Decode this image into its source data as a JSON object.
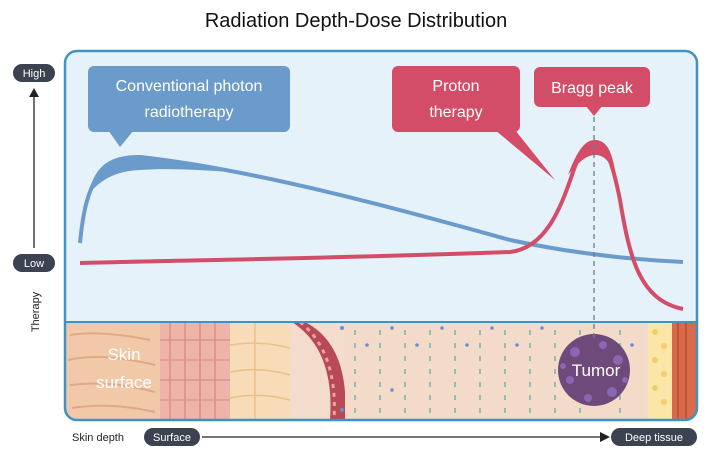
{
  "title": "Radiation Depth-Dose Distribution",
  "y_axis": {
    "high": "High",
    "low": "Low",
    "label": "Therapy"
  },
  "x_axis": {
    "label": "Skin depth",
    "start": "Surface",
    "end": "Deep tissue"
  },
  "callouts": {
    "photon": [
      "Conventional photon",
      "radiotherapy"
    ],
    "proton": [
      "Proton",
      "therapy"
    ],
    "bragg": "Bragg peak"
  },
  "tissue": {
    "skin": [
      "Skin",
      "surface"
    ],
    "tumor": "Tumor"
  },
  "colors": {
    "photon": "#6b9bcb",
    "proton": "#d44d68",
    "panel": "#e6f2fa",
    "frame": "#3f92c2",
    "pill": "#3b4250"
  }
}
